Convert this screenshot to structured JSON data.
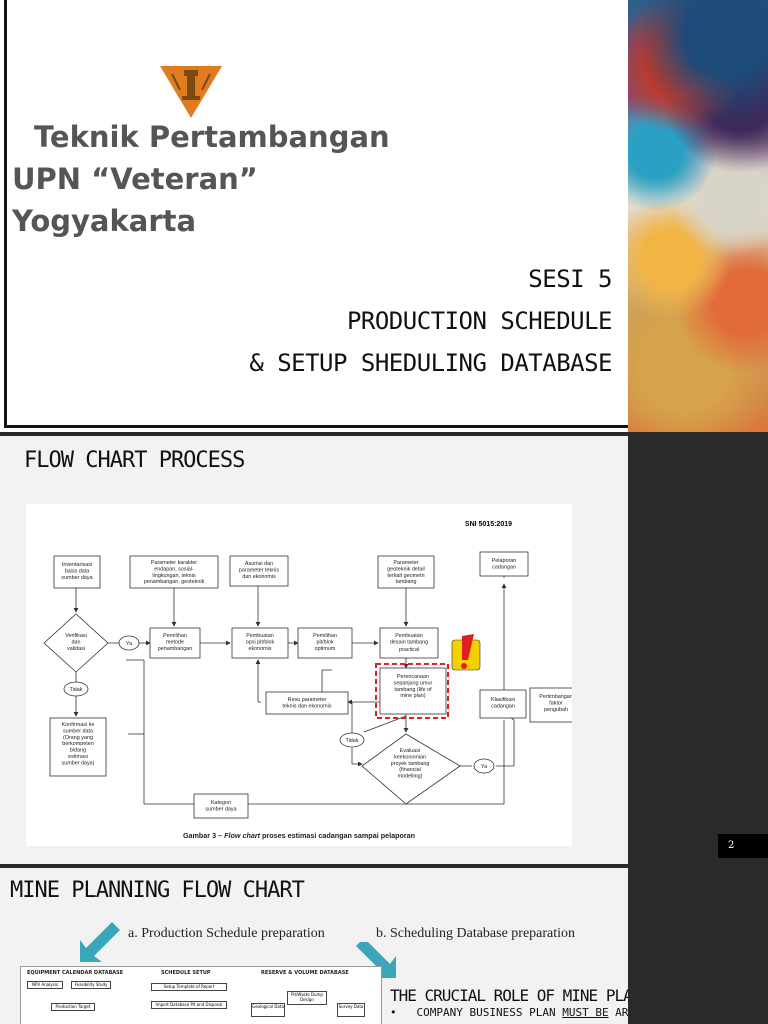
{
  "slide1": {
    "title_line1": "Teknik Pertambangan",
    "title_line2": "UPN “Veteran” Yogyakarta",
    "session": "SESI 5",
    "topic_line1": "PRODUCTION SCHEDULE",
    "topic_line2": "& SETUP SHEDULING DATABASE",
    "logo_icon": "university-shield-icon"
  },
  "slide2": {
    "heading": "FLOW CHART PROCESS",
    "standard": "SNI 5015:2019",
    "caption_prefix": "Gambar 3 – ",
    "caption_italic": "Flow chart",
    "caption_suffix": " proses estimasi cadangan sampai pelaporan",
    "boxes": {
      "inventarisasi": [
        "Inventarisasi",
        "basis data",
        "sumber daya"
      ],
      "parameter_karakter": [
        "Parameter karakter",
        "endapan, sosial-",
        "lingkungan, teknis",
        "penambangan, geoteknik"
      ],
      "asumsi": [
        "Asumsi dan",
        "parameter teknis",
        "dan ekonomis"
      ],
      "parameter_geoteknik": [
        "Parameter",
        "geoteknik detail",
        "terkait geometri",
        "tambang"
      ],
      "pelaporan": [
        "Pelaporan",
        "cadangan"
      ],
      "verifikasi": [
        "Verifikasi",
        "dan",
        "validasi"
      ],
      "ya1": "Ya",
      "pemilihan_metode": [
        "Pemilihan",
        "metode",
        "penambangan"
      ],
      "pembuatan_opsi": [
        "Pembuatan",
        "opsi pit/blok",
        "ekonomis"
      ],
      "pemilihan_pit": [
        "Pemilihan",
        "pit/blok",
        "optimum"
      ],
      "pembuatan_desain": [
        "Pembuatan",
        "desain tambang"
      ],
      "practical": "practical",
      "perencanaan": [
        "Perencanaan",
        "sepanjang umur",
        "tambang (life of",
        "mine plan)"
      ],
      "tidak1": "Tidak",
      "konfirmasi": [
        "Konfirmasi ke",
        "sumber data",
        "(Orang yang",
        "berkompeten",
        "bidang",
        "estimasi",
        "sumber daya)"
      ],
      "revu": [
        "Revu parameter",
        "teknis dan ekonomis"
      ],
      "klasifikasi": [
        "Klasifikasi",
        "cadangan"
      ],
      "pertimbangan": [
        "Pertimbangan",
        "faktor",
        "pengubah"
      ],
      "tidak2": "Tidak",
      "evaluasi": [
        "Evaluasi",
        "keekonomian",
        "proyek tambang",
        "(financial",
        "modelling)"
      ],
      "ya2": "Ya",
      "kategori": [
        "Kategori",
        "sumber daya"
      ]
    }
  },
  "page_number": "2",
  "slide3": {
    "heading": "MINE PLANNING FLOW CHART",
    "sub_a": "a. Production Schedule preparation",
    "sub_b": "b. Scheduling Database preparation",
    "diagram_headers": [
      "EQUIPMENT CALENDAR DATABASE",
      "SCHEDULE SETUP",
      "RESERVE & VOLUME DATABASE"
    ],
    "diagram_boxes": [
      "NPV Analysis",
      "Feasibility Study",
      "Production Target",
      "Setup Template of Report",
      "Import Database Pit and Disposal",
      "Pit/Waste Dump Design",
      "Geological Data",
      "Survey Data"
    ],
    "crucial_title": "THE CRUCIAL ROLE OF MINE PLANNING",
    "bullet_pre": "COMPANY BUSINESS PLAN ",
    "bullet_underlined": "MUST BE",
    "bullet_post": " ARRANGED",
    "arrow_color": "#3aa6b9"
  }
}
